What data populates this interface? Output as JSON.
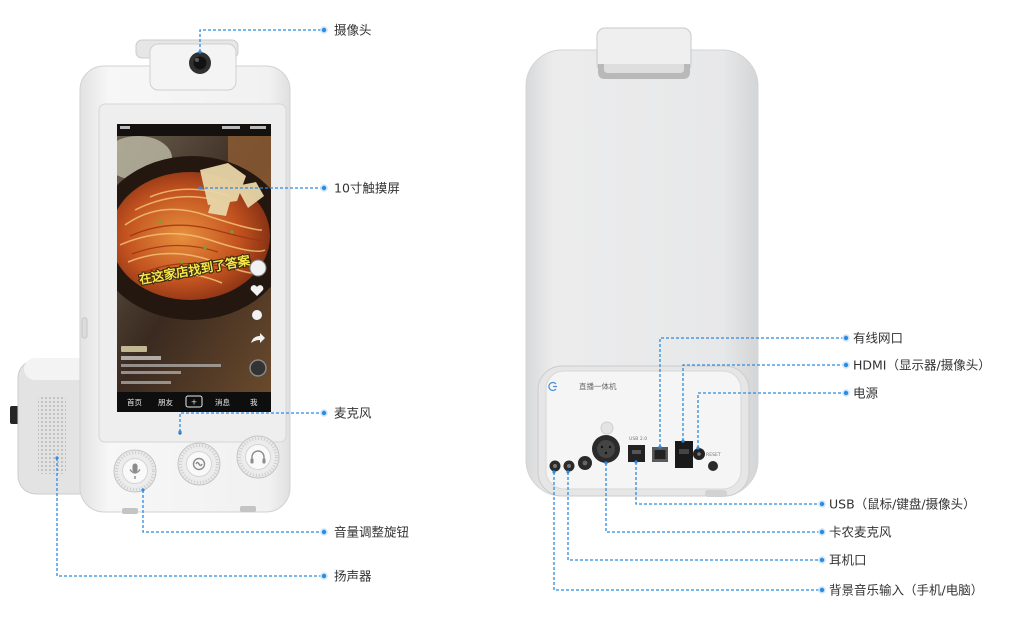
{
  "colors": {
    "callout_line": "#2b8ce2",
    "label_text": "#333333",
    "background": "#ffffff"
  },
  "front_view": {
    "callouts": [
      {
        "label": "摄像头"
      },
      {
        "label": "10寸触摸屏"
      },
      {
        "label": "麦克风"
      },
      {
        "label": "音量调整旋钮"
      },
      {
        "label": "扬声器"
      }
    ],
    "screen": {
      "overlay_caption": "在这家店找到了答案",
      "nav_items": [
        "首页",
        "朋友",
        "+",
        "消息",
        "我"
      ]
    },
    "knob_icons": [
      "microphone-icon",
      "reverb-icon",
      "headphone-icon"
    ]
  },
  "back_view": {
    "panel_title": "直播一体机",
    "port_labels": {
      "usb": "USB 2.0",
      "reset": "RESET"
    },
    "callouts": [
      {
        "label": "有线网口"
      },
      {
        "label": "HDMI（显示器/摄像头）"
      },
      {
        "label": "电源"
      },
      {
        "label": "USB（鼠标/键盘/摄像头）"
      },
      {
        "label": "卡农麦克风"
      },
      {
        "label": "耳机口"
      },
      {
        "label": "背景音乐输入（手机/电脑）"
      }
    ]
  }
}
